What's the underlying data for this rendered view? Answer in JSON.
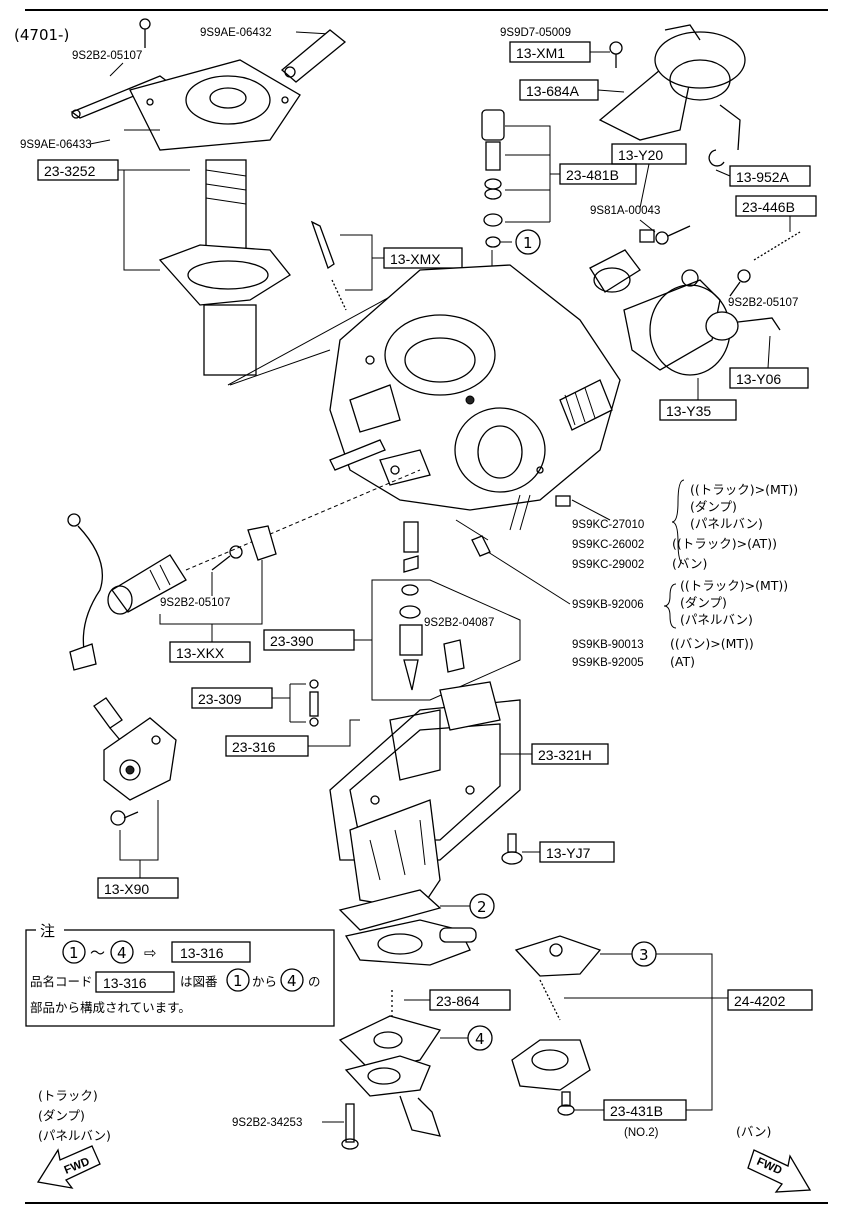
{
  "header": {
    "code": "(4701-)"
  },
  "callouts": {
    "9S2B2_05107_top": "9S2B2-05107",
    "9S9AE_06432": "9S9AE-06432",
    "9S9AE_06433": "9S9AE-06433",
    "9S9D7_05009": "9S9D7-05009",
    "9S81A_00043": "9S81A-00043",
    "9S2B2_05107_right": "9S2B2-05107",
    "9S9KC_27010": "9S9KC-27010",
    "9S9KC_26002": "9S9KC-26002",
    "9S9KC_29002": "9S9KC-29002",
    "9S9KB_92006": "9S9KB-92006",
    "9S9KB_90013": "9S9KB-90013",
    "9S9KB_92005": "9S9KB-92005",
    "9S2B2_05107_left": "9S2B2-05107",
    "9S2B2_04087": "9S2B2-04087",
    "9S2B2_34253": "9S2B2-34253"
  },
  "boxed_parts": {
    "13_XM1": "13-XM1",
    "13_684A": "13-684A",
    "23_3252": "23-3252",
    "13_Y20": "13-Y20",
    "23_481B": "23-481B",
    "13_952A": "13-952A",
    "23_446B": "23-446B",
    "13_XMX": "13-XMX",
    "13_Y06": "13-Y06",
    "13_Y35": "13-Y35",
    "23_390": "23-390",
    "13_XKX": "13-XKX",
    "23_309": "23-309",
    "23_316": "23-316",
    "23_321H": "23-321H",
    "13_YJ7": "13-YJ7",
    "13_X90": "13-X90",
    "23_864": "23-864",
    "24_4202": "24-4202",
    "23_431B": "23-431B"
  },
  "circled": {
    "c1": "1",
    "c2": "2",
    "c3": "3",
    "c4": "4"
  },
  "variants": {
    "kc27010_a": "((トラック)>(MT))",
    "kc27010_b": "(ダンプ)",
    "kc27010_c": "(パネルバン)",
    "kc26002": "((トラック)>(AT))",
    "kc29002": "(バン)",
    "kb92006_a": "((トラック)>(MT))",
    "kb92006_b": "(ダンプ)",
    "kb92006_c": "(パネルバン)",
    "kb90013": "((バン)>(MT))",
    "kb92005": "(AT)"
  },
  "note": {
    "title": "注",
    "range_from": "1",
    "tilde": "～",
    "range_to": "4",
    "arrow": "⇨",
    "part": "13-316",
    "line2_prefix": "品名コード",
    "line2_part": "13-316",
    "line2_mid": "は図番",
    "line2_from": "1",
    "line2_kara": "から",
    "line2_to": "4",
    "line2_no": "の",
    "line3": "部品から構成されています。"
  },
  "no2": "(NO.2)",
  "footer": {
    "left_1": "(トラック)",
    "left_2": "(ダンプ)",
    "left_3": "(パネルバン)",
    "right_1": "(バン)",
    "fwd": "FWD"
  }
}
